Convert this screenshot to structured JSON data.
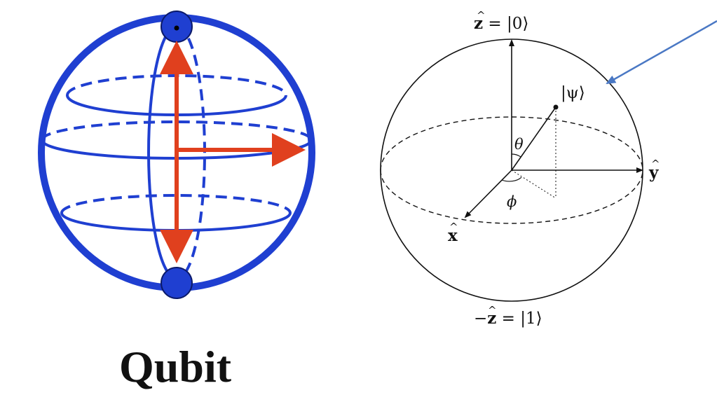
{
  "title": "Qubit",
  "bloch": {
    "z_pos_vec": "z",
    "z_pos_hat": "^",
    "z_pos_rest": " = |0⟩",
    "z_neg_pre": "−",
    "z_neg_vec": "z",
    "z_neg_hat": "^",
    "z_neg_rest": " = |1⟩",
    "x_vec": "x",
    "x_hat": "^",
    "y_vec": "y",
    "y_hat": "^",
    "psi": "|ψ⟩",
    "theta": "θ",
    "phi": "ϕ"
  },
  "colors": {
    "qubit_blue": "#1f3fd1",
    "qubit_red": "#e0401e",
    "pointer_blue": "#4a78c4",
    "ink": "#111111"
  }
}
